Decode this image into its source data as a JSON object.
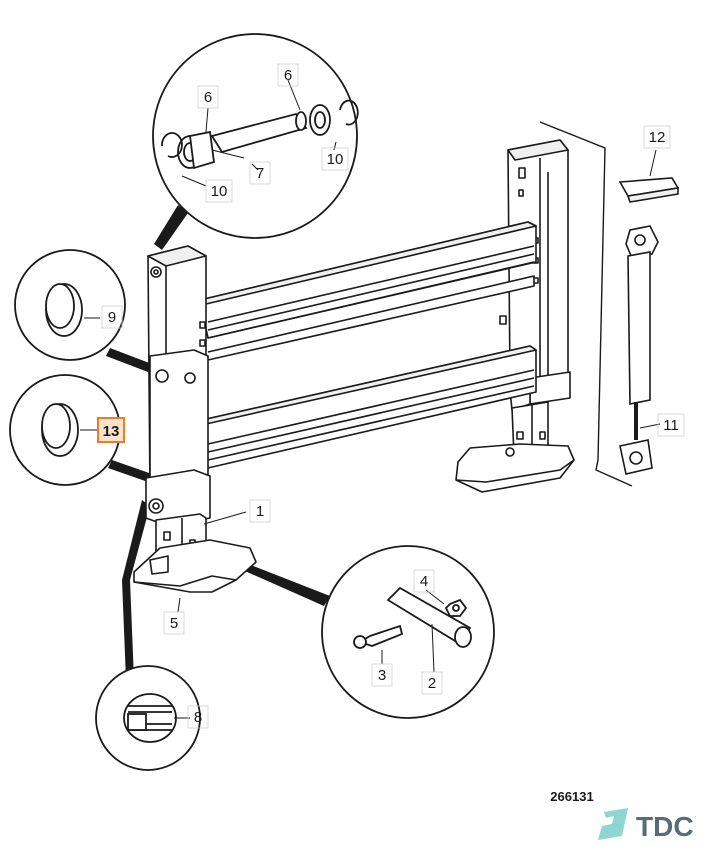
{
  "diagram": {
    "drawing_number": "266131",
    "logo_text": "TDC",
    "highlighted_callout": "13",
    "callouts": {
      "c1": "1",
      "c2": "2",
      "c3": "3",
      "c4": "4",
      "c5": "5",
      "c6a": "6",
      "c6b": "6",
      "c7": "7",
      "c8": "8",
      "c9": "9",
      "c10a": "10",
      "c10b": "10",
      "c11": "11",
      "c12": "12",
      "c13": "13"
    }
  },
  "colors": {
    "line": "#1a1a1a",
    "highlight": "#f07b22",
    "highlight_fill": "#fde2cc",
    "logo": "#5a6b78",
    "logo_accent": "#8fd6d0"
  }
}
